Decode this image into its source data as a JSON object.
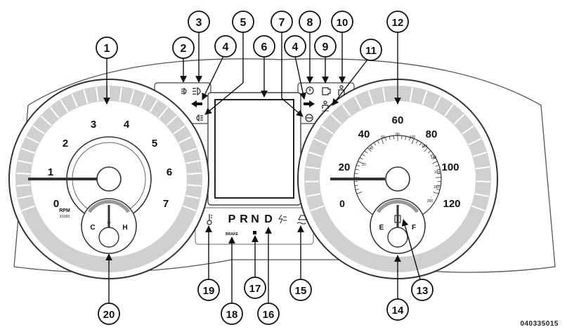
{
  "figure_code": "040335015",
  "tachometer": {
    "tick_labels": [
      "0",
      "1",
      "2",
      "3",
      "4",
      "5",
      "6",
      "7"
    ],
    "unit_label": "RPM",
    "unit_sub": "X1000"
  },
  "temperature_gauge": {
    "low": "C",
    "high": "H"
  },
  "speedometer": {
    "major_labels": [
      "0",
      "20",
      "40",
      "60",
      "80",
      "100",
      "120"
    ],
    "minor_labels": [
      "20",
      "40",
      "60",
      "80",
      "100",
      "120",
      "140",
      "160",
      "180",
      "200"
    ]
  },
  "fuel_gauge": {
    "empty": "E",
    "full": "F"
  },
  "gear_selector": {
    "gears": [
      "P",
      "R",
      "N",
      "D"
    ],
    "brake_label": "BRAKE"
  },
  "callouts": [
    "1",
    "2",
    "3",
    "4",
    "5",
    "6",
    "7",
    "4",
    "8",
    "9",
    "10",
    "11",
    "12",
    "13",
    "14",
    "15",
    "16",
    "17",
    "18",
    "19",
    "20"
  ]
}
